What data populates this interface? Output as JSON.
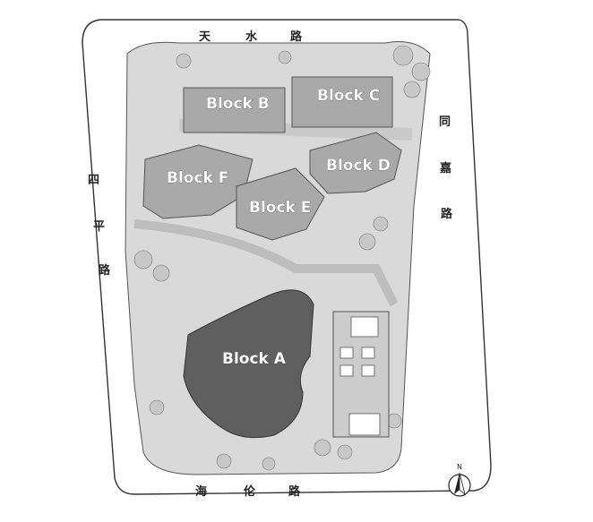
{
  "roads": {
    "north": [
      "天",
      "水",
      "路"
    ],
    "west": [
      "四",
      "平",
      "路"
    ],
    "east": [
      "同",
      "嘉",
      "路"
    ],
    "south": [
      "海",
      "伦",
      "路"
    ]
  },
  "blocks": {
    "a": "Block A",
    "b": "Block B",
    "c": "Block C",
    "d": "Block D",
    "e": "Block E",
    "f": "Block F"
  },
  "north_arrow": {
    "label": "N"
  },
  "colors": {
    "site_ground": "#d9d9d9",
    "block_fill": "#a9a9a9",
    "block_a_fill": "#5f5f5f",
    "outline": "#555555",
    "tree": "#c7c7c7"
  }
}
